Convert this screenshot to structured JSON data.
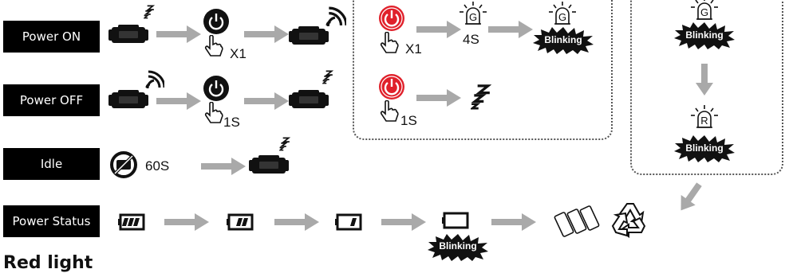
{
  "rows": {
    "power_on": {
      "label": "Power ON",
      "press_count": "X1"
    },
    "power_off": {
      "label": "Power OFF",
      "press_duration": "1S"
    },
    "idle": {
      "label": "Idle",
      "timeout": "60S"
    },
    "power_status": {
      "label": "Power Status",
      "low_battery_text": "Blinking"
    }
  },
  "led_panel": {
    "press1_count": "X1",
    "led_letter_green": "G",
    "led_duration": "4S",
    "blinking_text": "Blinking",
    "press2_duration": "1S"
  },
  "right_panel": {
    "led_letter_green": "G",
    "led_letter_red": "R",
    "blinking_text_1": "Blinking",
    "blinking_text_2": "Blinking"
  },
  "footer": {
    "heading": "Red light"
  },
  "colors": {
    "arrow": "#a9a9a9",
    "button_black": "#111111",
    "button_red": "#e0202a",
    "label_bg": "#000000"
  }
}
